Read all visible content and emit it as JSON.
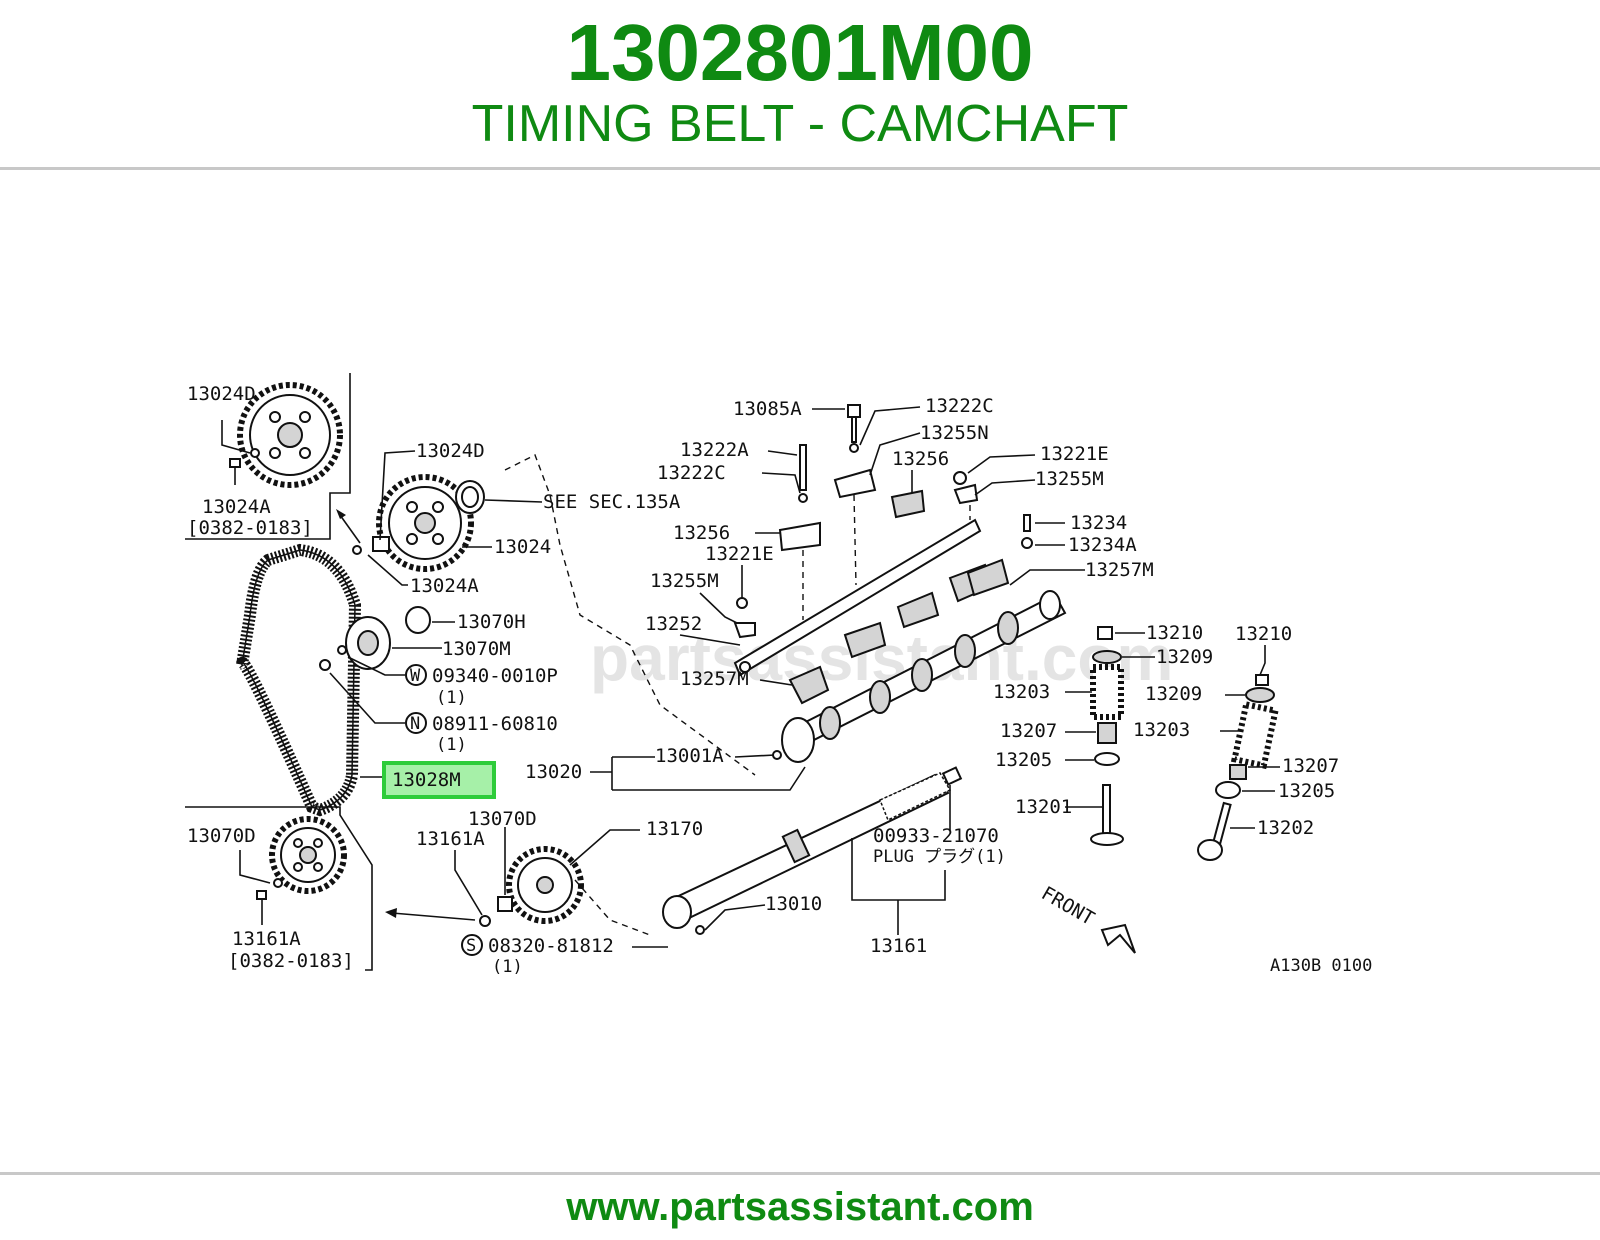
{
  "header": {
    "part_number": "1302801M00",
    "description": "TIMING BELT - CAMCHAFT"
  },
  "footer": {
    "url": "www.partsassistant.com"
  },
  "diagram": {
    "watermark": "partsassistant.com",
    "code": "A130B 0100",
    "highlight_color": "#2ecc3a",
    "brand_color": "#0f8a12",
    "labels": {
      "p13024D_top": "13024D",
      "p13024A_top": "13024A",
      "range_top": "[0382-0183]",
      "p13024D_mid": "13024D",
      "see_sec": "SEE SEC.135A",
      "p13024": "13024",
      "p13024A_mid": "13024A",
      "p13070H": "13070H",
      "p13070M": "13070M",
      "w_part": "09340-0010P",
      "w_qty": "(1)",
      "n_part": "08911-60810",
      "n_qty": "(1)",
      "p13028M": "13028M",
      "p13020": "13020",
      "p13001A": "13001A",
      "p13070D_left": "13070D",
      "p13161A_left": "13161A",
      "range_bottom": "[0382-0183]",
      "p13070D_mid": "13070D",
      "p13161A_mid": "13161A",
      "p13170": "13170",
      "s_part": "08320-81812",
      "s_qty": "(1)",
      "p13010": "13010",
      "p13085A": "13085A",
      "p13222C_top": "13222C",
      "p13222A": "13222A",
      "p13255N": "13255N",
      "p13222C_mid": "13222C",
      "p13256_top": "13256",
      "p13221E_top": "13221E",
      "p13255M_top": "13255M",
      "p13256_mid": "13256",
      "p13221E_mid": "13221E",
      "p13234": "13234",
      "p13234A": "13234A",
      "p13255M_mid": "13255M",
      "p13257M_right": "13257M",
      "p13252": "13252",
      "p13257M_left": "13257M",
      "p13210_mid": "13210",
      "p13209_mid": "13209",
      "p13203_mid": "13203",
      "p13207_mid": "13207",
      "p13205_mid": "13205",
      "p13201": "13201",
      "p13210_right": "13210",
      "p13209_right": "13209",
      "p13203_right": "13203",
      "p13207_right": "13207",
      "p13205_right": "13205",
      "p13202": "13202",
      "plug_part": "00933-21070",
      "plug_desc": "PLUG プラグ(1)",
      "p13161": "13161",
      "front": "FRONT",
      "w_sym": "W",
      "n_sym": "N",
      "s_sym": "S"
    }
  }
}
